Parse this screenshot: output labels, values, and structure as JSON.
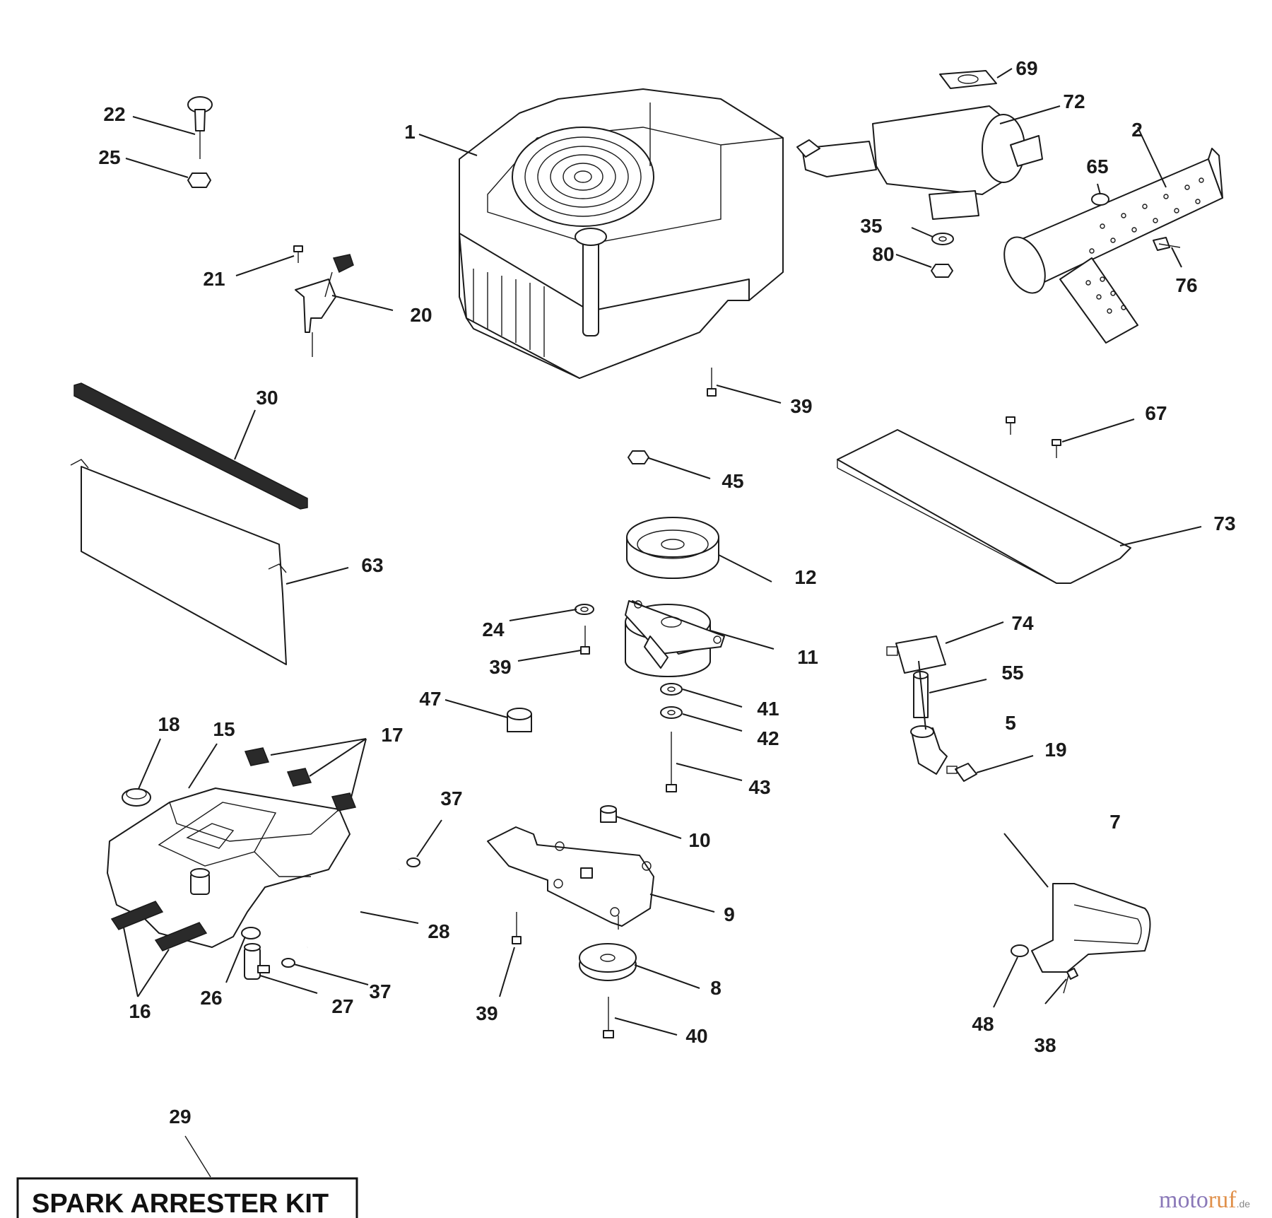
{
  "diagram": {
    "callouts": [
      {
        "id": "c1",
        "label": "1"
      },
      {
        "id": "c2",
        "label": "2"
      },
      {
        "id": "c5",
        "label": "5"
      },
      {
        "id": "c7",
        "label": "7"
      },
      {
        "id": "c8",
        "label": "8"
      },
      {
        "id": "c9",
        "label": "9"
      },
      {
        "id": "c10",
        "label": "10"
      },
      {
        "id": "c11",
        "label": "11"
      },
      {
        "id": "c12",
        "label": "12"
      },
      {
        "id": "c15",
        "label": "15"
      },
      {
        "id": "c16",
        "label": "16"
      },
      {
        "id": "c17",
        "label": "17"
      },
      {
        "id": "c18",
        "label": "18"
      },
      {
        "id": "c19",
        "label": "19"
      },
      {
        "id": "c20",
        "label": "20"
      },
      {
        "id": "c21",
        "label": "21"
      },
      {
        "id": "c22",
        "label": "22"
      },
      {
        "id": "c24",
        "label": "24"
      },
      {
        "id": "c25",
        "label": "25"
      },
      {
        "id": "c26",
        "label": "26"
      },
      {
        "id": "c27",
        "label": "27"
      },
      {
        "id": "c28",
        "label": "28"
      },
      {
        "id": "c29",
        "label": "29"
      },
      {
        "id": "c30",
        "label": "30"
      },
      {
        "id": "c35",
        "label": "35"
      },
      {
        "id": "c37a",
        "label": "37"
      },
      {
        "id": "c37b",
        "label": "37"
      },
      {
        "id": "c38",
        "label": "38"
      },
      {
        "id": "c39a",
        "label": "39"
      },
      {
        "id": "c39b",
        "label": "39"
      },
      {
        "id": "c39c",
        "label": "39"
      },
      {
        "id": "c40",
        "label": "40"
      },
      {
        "id": "c41",
        "label": "41"
      },
      {
        "id": "c42",
        "label": "42"
      },
      {
        "id": "c43",
        "label": "43"
      },
      {
        "id": "c45",
        "label": "45"
      },
      {
        "id": "c47",
        "label": "47"
      },
      {
        "id": "c48",
        "label": "48"
      },
      {
        "id": "c55",
        "label": "55"
      },
      {
        "id": "c63",
        "label": "63"
      },
      {
        "id": "c65",
        "label": "65"
      },
      {
        "id": "c67",
        "label": "67"
      },
      {
        "id": "c69",
        "label": "69"
      },
      {
        "id": "c72",
        "label": "72"
      },
      {
        "id": "c73",
        "label": "73"
      },
      {
        "id": "c74",
        "label": "74"
      },
      {
        "id": "c76",
        "label": "76"
      },
      {
        "id": "c80",
        "label": "80"
      }
    ],
    "kit_label": "SPARK ARRESTER KIT",
    "watermark": {
      "part1": "moto",
      "part2": "ruf",
      "suffix": ".de"
    }
  }
}
